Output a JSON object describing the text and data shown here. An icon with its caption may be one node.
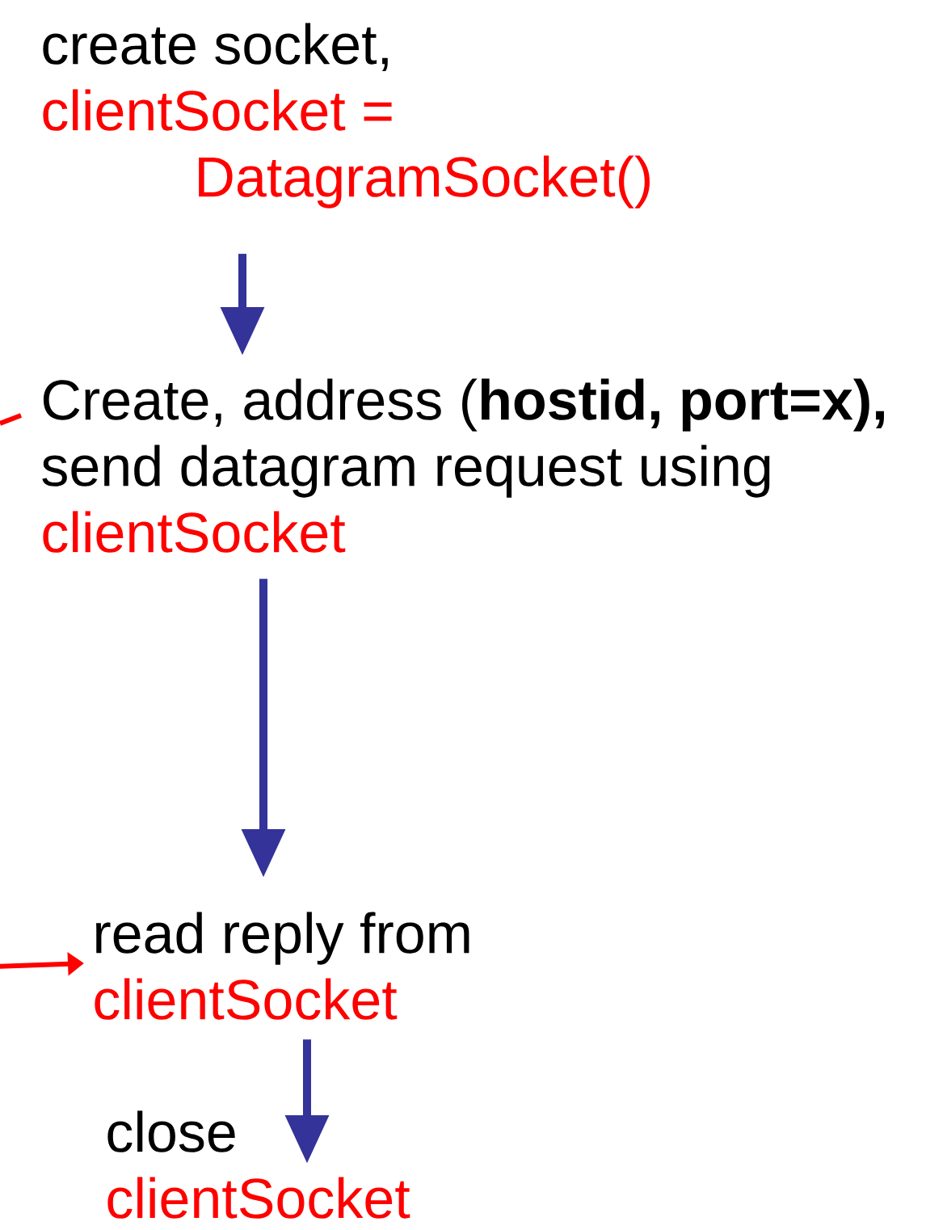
{
  "diagram": {
    "nodes": [
      {
        "text": [
          "create socket,",
          "clientSocket = DatagramSocket()"
        ]
      },
      {
        "text": [
          "Create, address (**hostid, port=x),**",
          "send datagram request using",
          "clientSocket"
        ]
      },
      {
        "text": [
          "read reply from",
          "clientSocket"
        ]
      },
      {
        "text": [
          "close",
          "clientSocket"
        ]
      }
    ],
    "edges": [
      {
        "from": 0,
        "to": 1,
        "arrow": "to"
      },
      {
        "from": 1,
        "to": 2,
        "arrow": "to"
      },
      {
        "from": 2,
        "to": 3,
        "arrow": "to"
      },
      {
        "from": 1,
        "to": null,
        "arrow": "none",
        "color": "#ff0000"
      },
      {
        "from": null,
        "to": 2,
        "arrow": "to",
        "color": "#ff0000"
      }
    ]
  }
}
